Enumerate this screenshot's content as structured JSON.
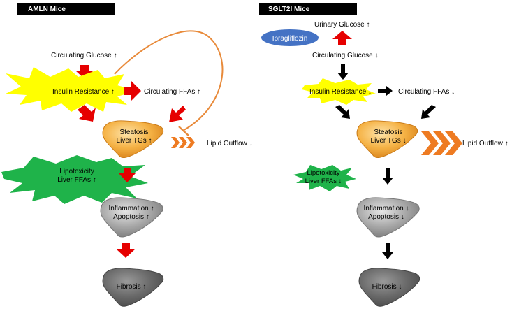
{
  "colors": {
    "header_bg": "#000000",
    "burst_yellow": "#ffff00",
    "burst_green": "#1fb34a",
    "arrow_red": "#e60000",
    "arrow_black": "#000000",
    "inhibition_orange": "#e88a3a",
    "chevron_orange": "#ee7b22",
    "pill_blue": "#4472c4",
    "liver_orange": "#f2a33a",
    "liver_grey": "#9a9a9a",
    "liver_dark": "#5f5f5f"
  },
  "left_panel": {
    "header": "AMLN Mice",
    "circulating_glucose": "Circulating Glucose ↑",
    "insulin_resistance": "Insulin Resistance ↑",
    "circulating_ffas": "Circulating FFAs ↑",
    "steatosis_line1": "Steatosis",
    "steatosis_line2": "Liver TGs ↑",
    "lipid_outflow": "Lipid Outflow ↓",
    "lipotoxicity_line1": "Lipotoxicity",
    "lipotoxicity_line2": "Liver FFAs ↑",
    "inflammation_line1": "Inflammation ↑",
    "inflammation_line2": "Apoptosis ↑",
    "fibrosis": "Fibrosis ↑"
  },
  "right_panel": {
    "header": "SGLT2I Mice",
    "drug": "Ipragliflozin",
    "urinary_glucose": "Urinary Glucose ↑",
    "circulating_glucose": "Circulating Glucose ↓",
    "insulin_resistance": "Insulin Resistance ↓",
    "circulating_ffas": "Circulating FFAs ↓",
    "steatosis_line1": "Steatosis",
    "steatosis_line2": "Liver TGs ↓",
    "lipid_outflow": "Lipid Outflow ↑",
    "lipotoxicity_line1": "Lipotoxicity",
    "lipotoxicity_line2": "Liver FFAs ↓",
    "inflammation_line1": "Inflammation ↓",
    "inflammation_line2": "Apoptosis ↓",
    "fibrosis": "Fibrosis ↓"
  }
}
